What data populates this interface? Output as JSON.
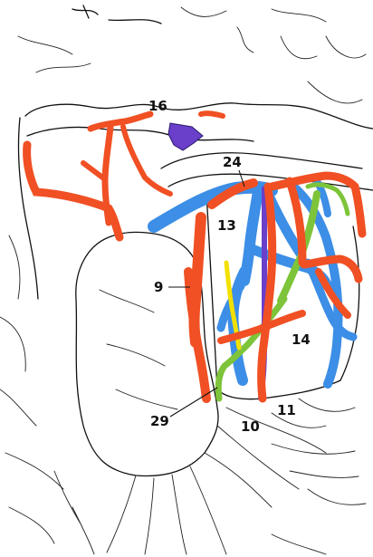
{
  "labels": {
    "l16": "16",
    "l24": "24",
    "l13": "13",
    "l9": "9",
    "l14": "14",
    "l29": "29",
    "l11": "11",
    "l10": "10"
  },
  "colors": {
    "artery": "#f05024",
    "vein": "#3c8ee6",
    "nerve": "#7ec43a",
    "lymph": "#f2e000",
    "violet": "#6a3fc9"
  }
}
